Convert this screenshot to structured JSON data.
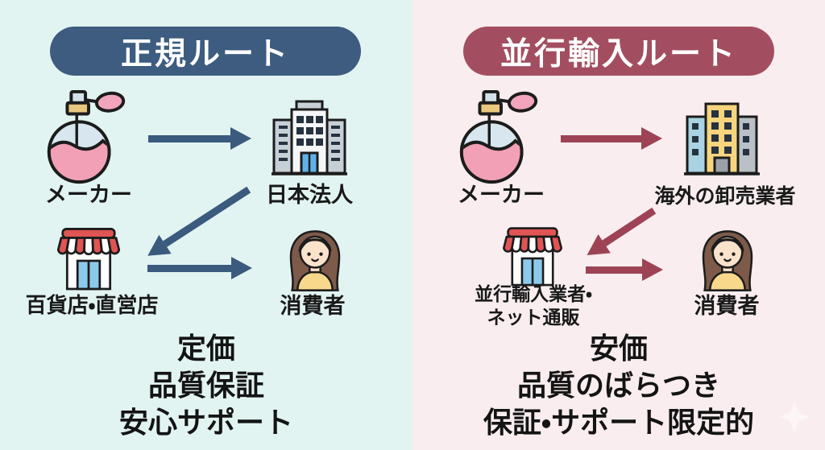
{
  "colors": {
    "left_background": "#e2f4f2",
    "right_background": "#f9edef",
    "navy_accent": "#3d5c80",
    "maroon_accent": "#a34e60",
    "text_black": "#191919"
  },
  "panels": {
    "regular": {
      "title": "正規ルート",
      "maker_label": "メーカー",
      "importer_label": "日本法人",
      "retailer_label": "百貨店・直営店",
      "consumer_label": "消費者",
      "traits": [
        "定価",
        "品質保証",
        "安心サポート"
      ]
    },
    "parallel": {
      "title": "並行輸入ルート",
      "maker_label": "メーカー",
      "importer_label": "海外の卸売業者",
      "retailer_label_line1": "並行輸入業者・",
      "retailer_label_line2": "ネット通販",
      "consumer_label": "消費者",
      "traits": [
        "安価",
        "品質のばらつき",
        "保証・サポート限定的"
      ]
    }
  }
}
